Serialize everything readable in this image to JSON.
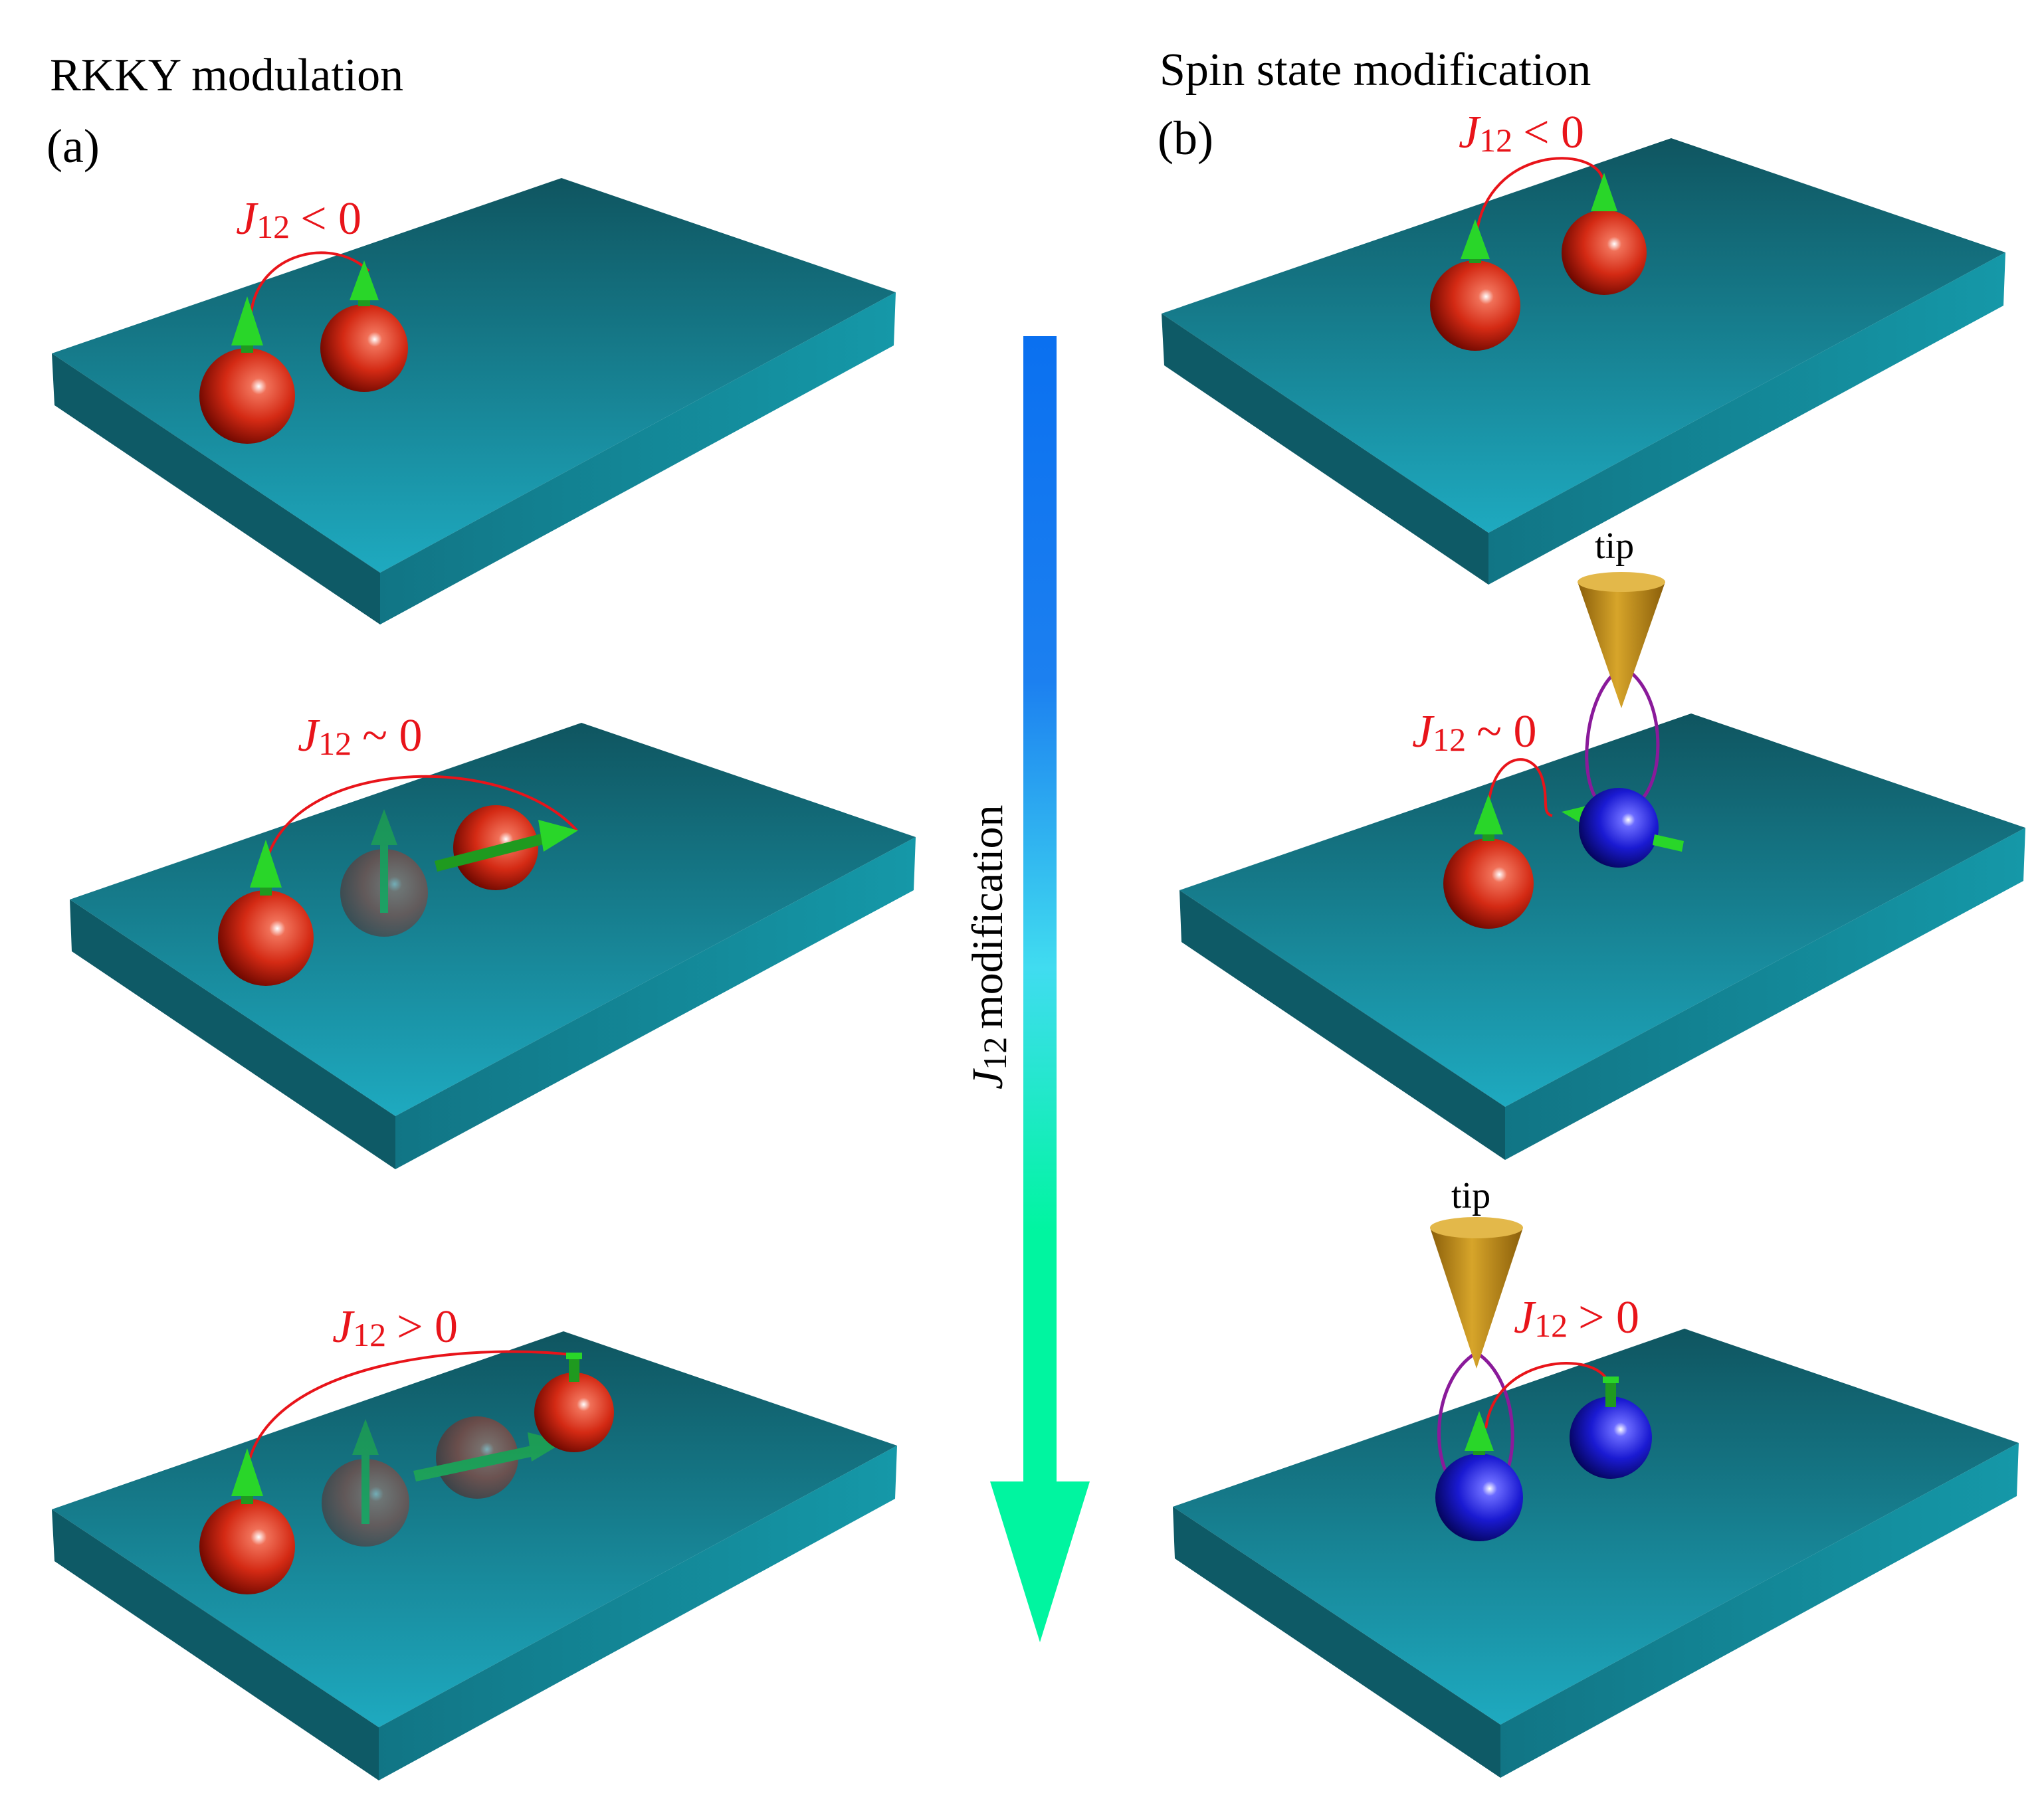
{
  "headings": {
    "left": "RKKY modulation",
    "right": "Spin state modification"
  },
  "panel_labels": {
    "a": "(a)",
    "b": "(b)"
  },
  "coupling": {
    "symbol": "J",
    "subscript": "12",
    "relations": {
      "negative": "< 0",
      "zero": "~ 0",
      "positive": "> 0"
    }
  },
  "tip_label": "tip",
  "axis_label": "modification",
  "colors": {
    "substrate_top": "#1a8c9c",
    "substrate_dark": "#10515a",
    "atom_red": "#e0301a",
    "atom_blue": "#1a1ad8",
    "spin_arrow": "#29d629",
    "coupling_line": "#e8141a",
    "tip_loop": "#8a1a9a",
    "tip_cone": "#c8941a",
    "gradient_top": "#0a70f0",
    "gradient_mid": "#40dcf0",
    "gradient_bottom": "#00f5a0"
  },
  "icons": [
    "red-atom-icon",
    "blue-atom-icon",
    "spin-arrow-icon",
    "stm-tip-icon",
    "substrate-slab-icon"
  ]
}
